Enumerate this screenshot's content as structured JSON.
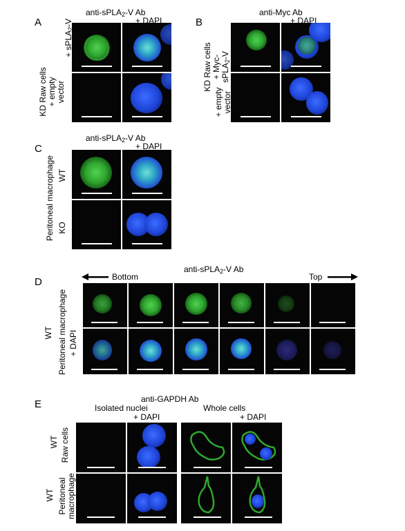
{
  "panel_letters": [
    "A",
    "B",
    "C",
    "D",
    "E"
  ],
  "A": {
    "title_pre": "anti-sPLA",
    "title_sub": "2",
    "title_post": "-V Ab",
    "dapi": "+ DAPI",
    "row1_pre": "+ sPLA",
    "row1_sub": "2",
    "row1_post": "-V",
    "row2_line1": "KD Raw cells",
    "row2_line2": "+ empty",
    "row2_line3": "vector"
  },
  "B": {
    "title": "anti-Myc Ab",
    "dapi": "+ DAPI",
    "row1_line1": "KD Raw cells",
    "row1_line2": "+ Myc-",
    "row1_line3_pre": "sPLA",
    "row1_line3_sub": "2",
    "row1_line3_post": "-V",
    "row2_line1": "+ empty",
    "row2_line2": "vector"
  },
  "C": {
    "title_pre": "anti-sPLA",
    "title_sub": "2",
    "title_post": "-V Ab",
    "dapi": "+ DAPI",
    "row1": "WT",
    "row2": "KO",
    "group": "Peritoneal macrophage"
  },
  "D": {
    "title_pre": "anti-sPLA",
    "title_sub": "2",
    "title_post": "-V Ab",
    "bottom": "Bottom",
    "top": "Top",
    "wt": "WT",
    "group": "Peritoneal macrophage",
    "dapi": "+ DAPI"
  },
  "E": {
    "title": "anti-GAPDH Ab",
    "isolated": "Isolated nuclei",
    "whole": "Whole cells",
    "dapi": "+ DAPI",
    "row1_wt": "WT",
    "row1_name": "Raw cells",
    "row2_wt": "WT",
    "row2_name1": "Peritoneal",
    "row2_name2": "macrophage"
  }
}
